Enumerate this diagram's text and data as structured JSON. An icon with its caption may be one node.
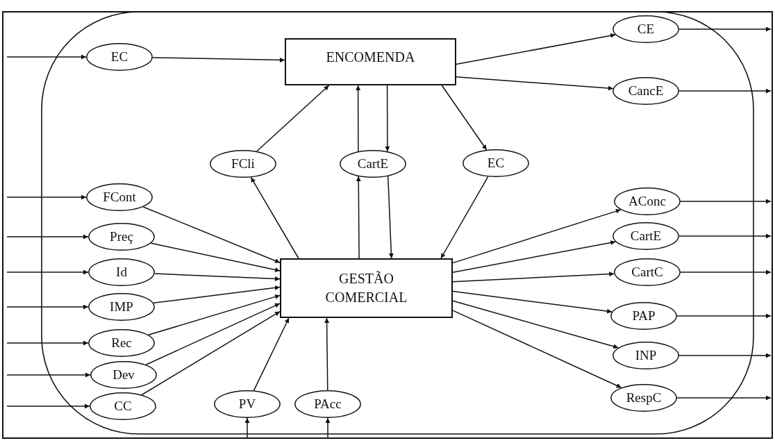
{
  "diagram": {
    "nodes": [
      {
        "text": [
          "ENCOMENDA"
        ]
      },
      {
        "text": [
          "EC"
        ]
      },
      {
        "text": [
          "CE"
        ]
      },
      {
        "text": [
          "CancE"
        ]
      },
      {
        "text": [
          "FCli"
        ]
      },
      {
        "text": [
          "CartE"
        ]
      },
      {
        "text": [
          "EC"
        ]
      },
      {
        "text": [
          "FCont"
        ]
      },
      {
        "text": [
          "AConc"
        ]
      },
      {
        "text": [
          "Preç"
        ]
      },
      {
        "text": [
          "CartE"
        ]
      },
      {
        "text": [
          "GESTÃO COMERCIAL"
        ]
      },
      {
        "text": [
          "Id"
        ]
      },
      {
        "text": [
          "CartC"
        ]
      },
      {
        "text": [
          "IMP"
        ]
      },
      {
        "text": [
          "PAP"
        ]
      },
      {
        "text": [
          "Rec"
        ]
      },
      {
        "text": [
          "INP"
        ]
      },
      {
        "text": [
          "Dev"
        ]
      },
      {
        "text": [
          "RespC"
        ]
      },
      {
        "text": [
          "CC"
        ]
      },
      {
        "text": [
          "PV"
        ]
      },
      {
        "text": [
          "PAcc"
        ]
      }
    ],
    "edges": [
      {
        "from": null,
        "to": 1,
        "arrow": "to"
      },
      {
        "from": 1,
        "to": 0,
        "arrow": "to"
      },
      {
        "from": 0,
        "to": 2,
        "arrow": "to"
      },
      {
        "from": 0,
        "to": 3,
        "arrow": "to"
      },
      {
        "from": 2,
        "to": null,
        "arrow": "to"
      },
      {
        "from": 3,
        "to": null,
        "arrow": "to"
      },
      {
        "from": 4,
        "to": 0,
        "arrow": "to"
      },
      {
        "from": 11,
        "to": 4,
        "arrow": "to"
      },
      {
        "from": 5,
        "to": 0,
        "arrow": "to"
      },
      {
        "from": 0,
        "to": 5,
        "arrow": "to"
      },
      {
        "from": 11,
        "to": 5,
        "arrow": "to"
      },
      {
        "from": 5,
        "to": 11,
        "arrow": "to"
      },
      {
        "from": 0,
        "to": 6,
        "arrow": "to"
      },
      {
        "from": 6,
        "to": 11,
        "arrow": "to"
      },
      {
        "from": null,
        "to": 7,
        "arrow": "to"
      },
      {
        "from": 7,
        "to": 11,
        "arrow": "to"
      },
      {
        "from": null,
        "to": 9,
        "arrow": "to"
      },
      {
        "from": 9,
        "to": 11,
        "arrow": "to"
      },
      {
        "from": null,
        "to": 12,
        "arrow": "to"
      },
      {
        "from": 12,
        "to": 11,
        "arrow": "to"
      },
      {
        "from": null,
        "to": 14,
        "arrow": "to"
      },
      {
        "from": 14,
        "to": 11,
        "arrow": "to"
      },
      {
        "from": null,
        "to": 16,
        "arrow": "to"
      },
      {
        "from": 16,
        "to": 11,
        "arrow": "to"
      },
      {
        "from": null,
        "to": 18,
        "arrow": "to"
      },
      {
        "from": 18,
        "to": 11,
        "arrow": "to"
      },
      {
        "from": null,
        "to": 20,
        "arrow": "to"
      },
      {
        "from": 20,
        "to": 11,
        "arrow": "to"
      },
      {
        "from": null,
        "to": 21,
        "arrow": "to"
      },
      {
        "from": 21,
        "to": 11,
        "arrow": "to"
      },
      {
        "from": null,
        "to": 22,
        "arrow": "to"
      },
      {
        "from": 22,
        "to": 11,
        "arrow": "to"
      },
      {
        "from": 11,
        "to": 8,
        "arrow": "to"
      },
      {
        "from": 8,
        "to": null,
        "arrow": "to"
      },
      {
        "from": 11,
        "to": 10,
        "arrow": "to"
      },
      {
        "from": 10,
        "to": null,
        "arrow": "to"
      },
      {
        "from": 11,
        "to": 13,
        "arrow": "to"
      },
      {
        "from": 13,
        "to": null,
        "arrow": "to"
      },
      {
        "from": 11,
        "to": 15,
        "arrow": "to"
      },
      {
        "from": 15,
        "to": null,
        "arrow": "to"
      },
      {
        "from": 11,
        "to": 17,
        "arrow": "to"
      },
      {
        "from": 17,
        "to": null,
        "arrow": "to"
      },
      {
        "from": 11,
        "to": 19,
        "arrow": "to"
      },
      {
        "from": 19,
        "to": null,
        "arrow": "to"
      }
    ]
  }
}
